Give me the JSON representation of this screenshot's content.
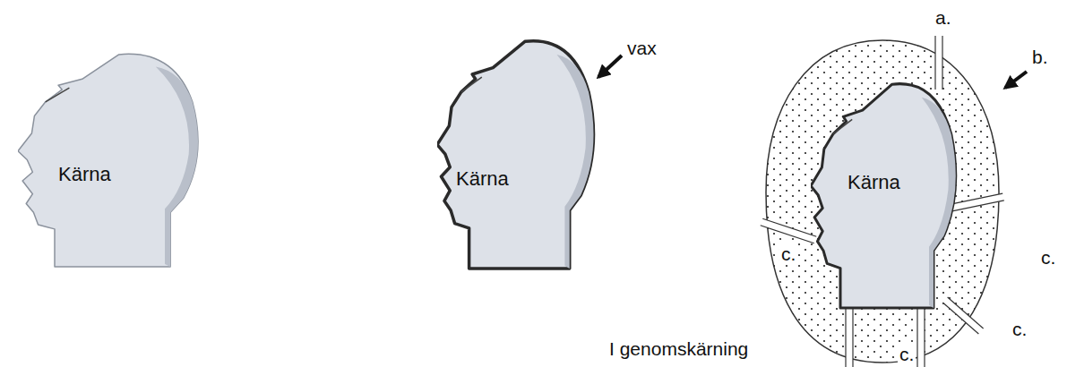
{
  "diagram": {
    "nodes": [
      {
        "text": [
          "Kärna"
        ]
      },
      {
        "text": [
          "Kärna"
        ]
      },
      {
        "text": [
          "Kärna"
        ]
      }
    ],
    "labels": [
      "vax",
      "a.",
      "b.",
      "c.",
      "c.",
      "c.",
      "c.",
      "I genomskärning"
    ]
  }
}
